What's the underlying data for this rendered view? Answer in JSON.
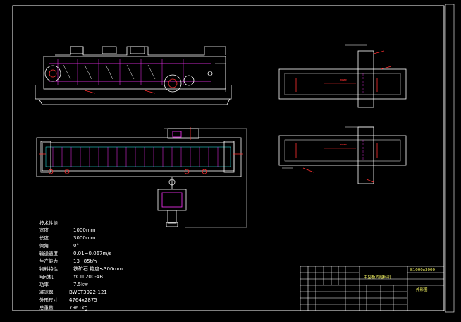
{
  "specs": {
    "heading": "技术性能",
    "rows": [
      {
        "label": "宽度",
        "value": "1000mm"
      },
      {
        "label": "长度",
        "value": "3000mm"
      },
      {
        "label": "倾角",
        "value": "0°"
      },
      {
        "label": "输送速度",
        "value": "0.01~0.067m/s"
      },
      {
        "label": "生产能力",
        "value": "13~85t/h"
      },
      {
        "label": "物料特性",
        "value": "铁矿石    粒度≤300mm"
      },
      {
        "label": "电动机",
        "value": "YCTL200-4B"
      },
      {
        "label": "功率",
        "value": "7.5kw"
      },
      {
        "label": "减速器",
        "value": "BWET3922-121"
      },
      {
        "label": "外形尺寸",
        "value": "4764x2875"
      },
      {
        "label": "总重量",
        "value": "7961kg"
      }
    ]
  },
  "title_block": {
    "title": "中型板式给料机",
    "model": "B1000x3000",
    "drawing_name": "外形图"
  },
  "colors": {
    "background": "#000000",
    "frame": "#ffffff",
    "outline": "#ffffff",
    "red": "#ff2a2a",
    "magenta": "#ff33ff",
    "cyan": "#33ffff",
    "yellow": "#ffff55"
  }
}
